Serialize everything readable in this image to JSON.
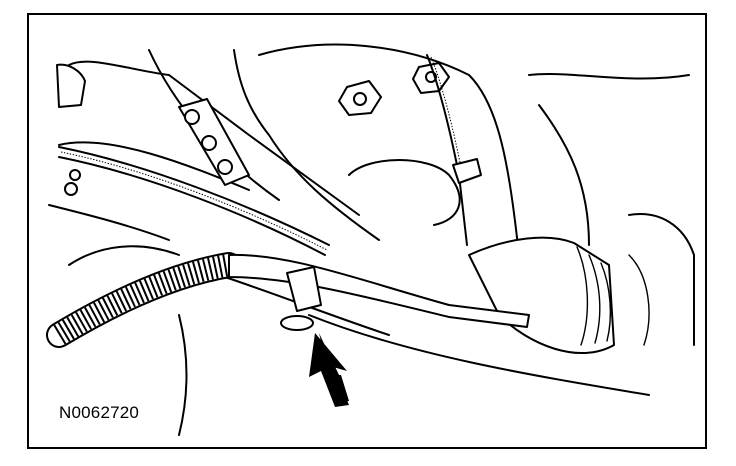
{
  "figure": {
    "id_label": "N0062720"
  },
  "colors": {
    "line": "#000000",
    "background": "#ffffff"
  },
  "callouts": [
    {
      "name": "arrow",
      "points_to": "harness-retainer-clip"
    }
  ]
}
